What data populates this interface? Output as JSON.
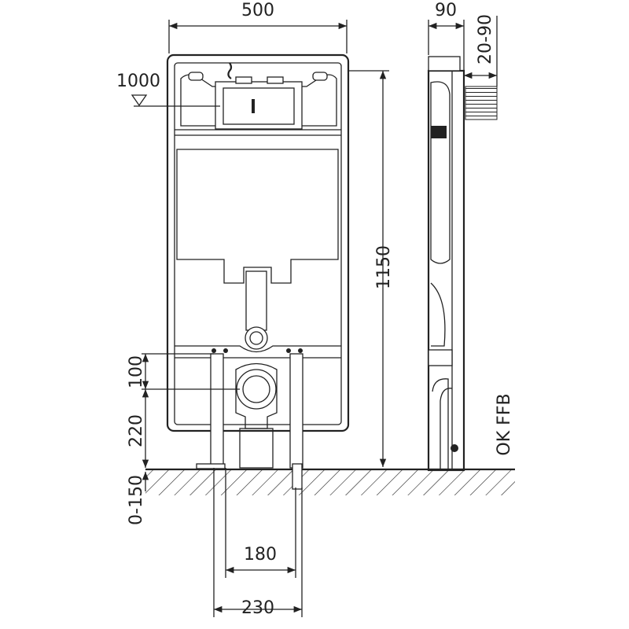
{
  "title": "Wall-hung WC installation frame dimensions",
  "dimensions": {
    "width": "500",
    "depth": "90",
    "wall_offset": "20-90",
    "actuator_height": "1000",
    "frame_height": "1150",
    "outlet_to_bar": "100",
    "outlet_height": "220",
    "floor_adjust": "0-150",
    "inner_leg_spacing": "180",
    "outer_leg_spacing": "230"
  },
  "floor_label": "OK FFB",
  "colors": {
    "line": "#222222",
    "fill": "#d9d9d9"
  }
}
